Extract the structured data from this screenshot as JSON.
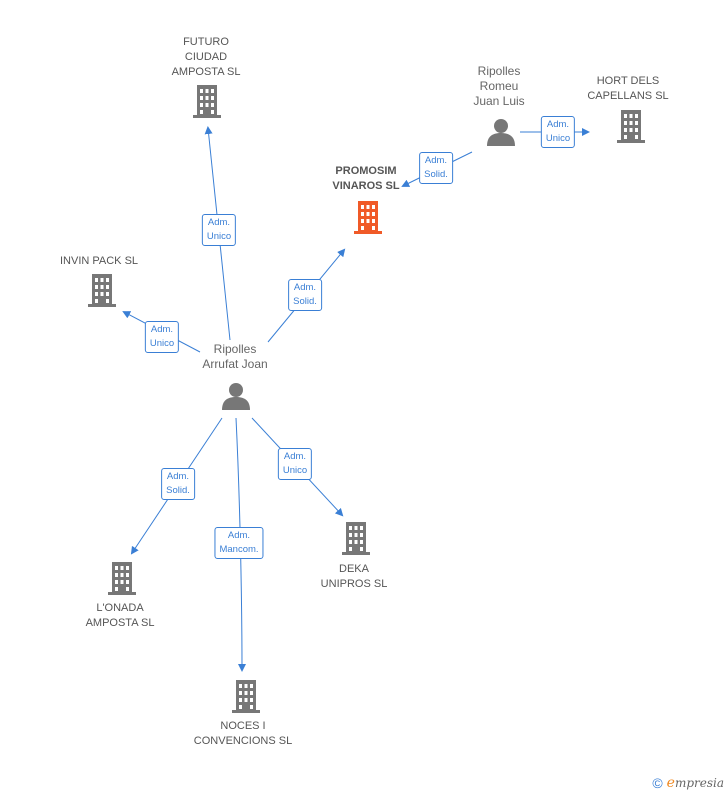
{
  "nodes": {
    "futuro": {
      "label": "FUTURO\nCIUDAD\nAMPOSTA  SL"
    },
    "promosim": {
      "label": "PROMOSIM\nVINAROS SL"
    },
    "hort": {
      "label": "HORT DELS\nCAPELLANS SL"
    },
    "romeu": {
      "label": "Ripolles\nRomeu\nJuan Luis"
    },
    "invin": {
      "label": "INVIN PACK  SL"
    },
    "arrufat": {
      "label": "Ripolles\nArrufat Joan"
    },
    "londa": {
      "label": "L'ONADA\nAMPOSTA SL"
    },
    "noces": {
      "label": "NOCES I\nCONVENCIONS SL"
    },
    "deka": {
      "label": "DEKA\nUNIPROS SL"
    }
  },
  "edges": {
    "e_futuro": {
      "label": "Adm.\nUnico"
    },
    "e_promosim_a": {
      "label": "Adm.\nSolid."
    },
    "e_invin": {
      "label": "Adm.\nUnico"
    },
    "e_promosim_r": {
      "label": "Adm.\nSolid."
    },
    "e_hort": {
      "label": "Adm.\nUnico"
    },
    "e_londa": {
      "label": "Adm.\nSolid."
    },
    "e_noces": {
      "label": "Adm.\nMancom."
    },
    "e_deka": {
      "label": "Adm.\nUnico"
    }
  },
  "footer": {
    "copyright": "©",
    "brand_initial": "e",
    "brand_rest": "mpresia"
  },
  "colors": {
    "edge": "#3a7fd5",
    "building": "#777777",
    "focus_building": "#f05a28",
    "person": "#777777"
  },
  "icons": {
    "company": "building-icon",
    "person": "person-icon"
  }
}
